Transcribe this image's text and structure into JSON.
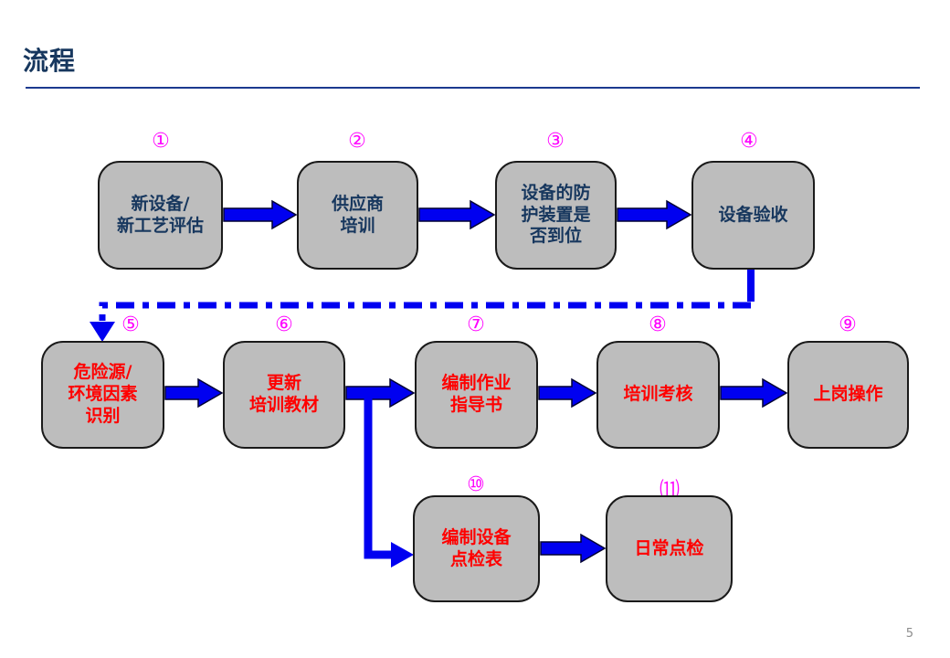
{
  "slide": {
    "title": "流程",
    "page_number": "5"
  },
  "colors": {
    "title_text": "#17375E",
    "title_rule": "#1B3A8F",
    "box_fill": "#BDBDBD",
    "box_border": "#1A1A1A",
    "row1_text": "#17375E",
    "action_text": "#FF0000",
    "number_text": "#FF00FF",
    "connector_blue": "#0000F0",
    "page_num": "#8C8C8C"
  },
  "nodes": [
    {
      "number": "①",
      "label": "新设备/\n新工艺评估"
    },
    {
      "number": "②",
      "label": "供应商\n培训"
    },
    {
      "number": "③",
      "label": "设备的防\n护装置是\n否到位"
    },
    {
      "number": "④",
      "label": "设备验收"
    },
    {
      "number": "⑤",
      "label": "危险源/\n环境因素\n识别"
    },
    {
      "number": "⑥",
      "label": "更新\n培训教材"
    },
    {
      "number": "⑦",
      "label": "编制作业\n指导书"
    },
    {
      "number": "⑧",
      "label": "培训考核"
    },
    {
      "number": "⑨",
      "label": "上岗操作"
    },
    {
      "number": "⑩",
      "label": "编制设备\n点检表"
    },
    {
      "number": "⑾",
      "label": "日常点检"
    }
  ]
}
